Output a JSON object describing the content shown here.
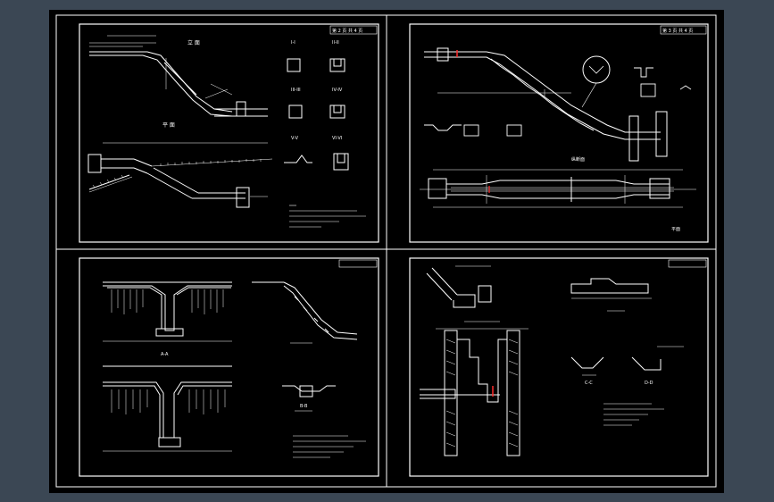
{
  "viewer": {
    "background_color": "#3b4754",
    "drawing_background": "#000000",
    "line_color": "#ffffff",
    "highlight_color": "#ff2a2a"
  },
  "sheets": [
    {
      "title_block": "第 2 页  共 4 页",
      "labels": [
        "I-I",
        "II-II",
        "III-III",
        "IV-IV",
        "V-V",
        "VI-VI",
        "立 面",
        "平 面"
      ]
    },
    {
      "title_block": "第 3 页  共 4 页",
      "labels": [
        "纵断面",
        "平面"
      ]
    },
    {
      "title_block": "",
      "labels": [
        "A-A",
        "B-B"
      ]
    },
    {
      "title_block": "",
      "labels": [
        "C-C",
        "D-D"
      ]
    }
  ]
}
